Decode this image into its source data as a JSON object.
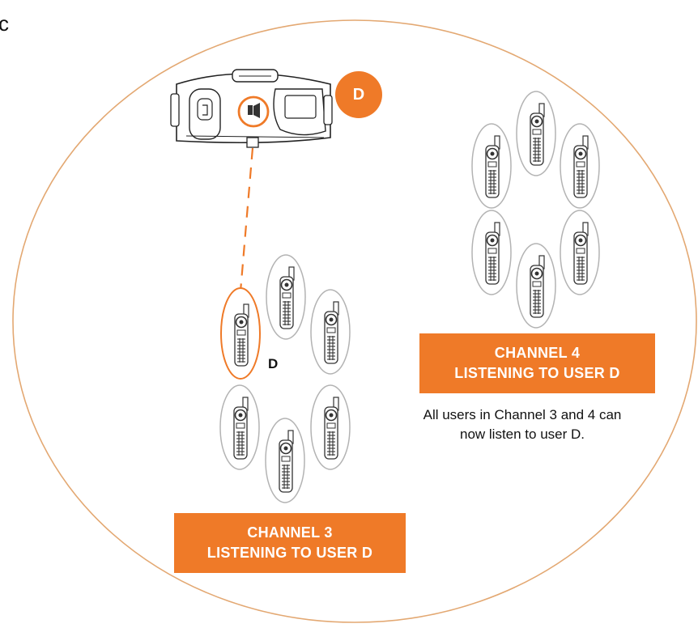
{
  "figure": {
    "panel_label": "c",
    "device_badge": "D",
    "user_d_label": "D",
    "channel3_banner": {
      "line1": "CHANNEL 3",
      "line2": "LISTENING TO USER D"
    },
    "channel4_banner": {
      "line1": "CHANNEL 4",
      "line2": "LISTENING TO USER D"
    },
    "note": "All users in Channel 3 and 4 can now listen to user D.",
    "colors": {
      "accent": "#ef7a28",
      "circle": "#e3a872",
      "oval": "#b3b3b3",
      "line": "#222222"
    }
  }
}
